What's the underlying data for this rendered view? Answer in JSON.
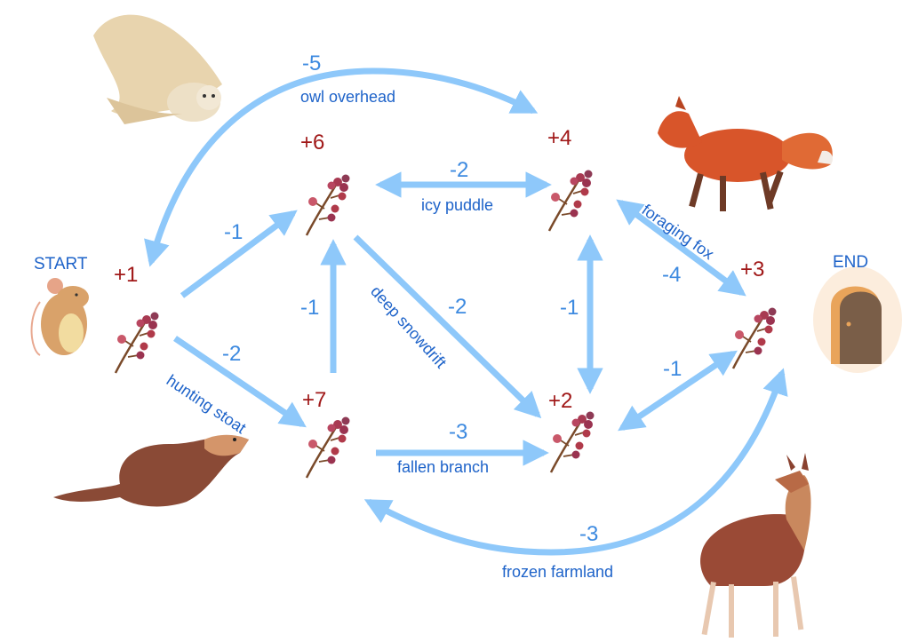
{
  "endpoints": {
    "start": "START",
    "end": "END"
  },
  "nodes": [
    {
      "id": "A",
      "value": "+1"
    },
    {
      "id": "B",
      "value": "+6"
    },
    {
      "id": "C",
      "value": "+7"
    },
    {
      "id": "D",
      "value": "+4"
    },
    {
      "id": "E",
      "value": "+2"
    },
    {
      "id": "F",
      "value": "+3"
    }
  ],
  "edges": [
    {
      "from": "D",
      "to": "A",
      "cost": "-5",
      "label": "owl overhead",
      "bidirectional": true
    },
    {
      "from": "B",
      "to": "D",
      "cost": "-2",
      "label": "icy puddle",
      "bidirectional": true
    },
    {
      "from": "A",
      "to": "B",
      "cost": "-1",
      "label": "",
      "bidirectional": false
    },
    {
      "from": "A",
      "to": "C",
      "cost": "-2",
      "label": "hunting stoat",
      "bidirectional": false
    },
    {
      "from": "C",
      "to": "B",
      "cost": "-1",
      "label": "",
      "bidirectional": false
    },
    {
      "from": "B",
      "to": "E",
      "cost": "-2",
      "label": "deep snowdrift",
      "bidirectional": false
    },
    {
      "from": "C",
      "to": "E",
      "cost": "-3",
      "label": "fallen branch",
      "bidirectional": false
    },
    {
      "from": "D",
      "to": "E",
      "cost": "-1",
      "label": "",
      "bidirectional": true
    },
    {
      "from": "D",
      "to": "F",
      "cost": "-4",
      "label": "foraging fox",
      "bidirectional": true
    },
    {
      "from": "E",
      "to": "F",
      "cost": "-1",
      "label": "",
      "bidirectional": true
    },
    {
      "from": "F",
      "to": "C",
      "cost": "-3",
      "label": "frozen farmland",
      "bidirectional": true
    }
  ],
  "illustrations": [
    "owl",
    "fox",
    "mouse",
    "stoat",
    "door",
    "deer"
  ],
  "colors": {
    "arrow": "#8ec8fa",
    "cost": "#3d8ae0",
    "label": "#1e63c9",
    "node_value": "#a01818"
  }
}
